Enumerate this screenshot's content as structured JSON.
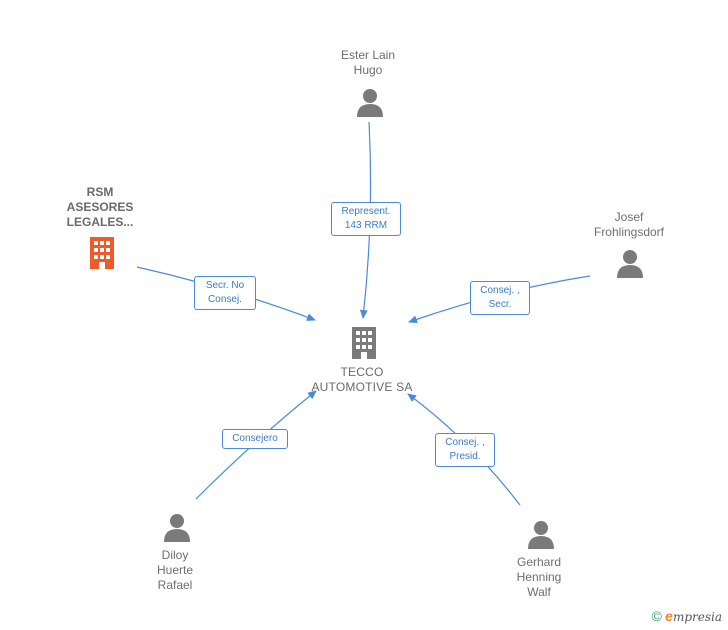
{
  "center": {
    "label": "TECCO\nAUTOMOTIVE SA"
  },
  "nodes": [
    {
      "id": "ester",
      "label": "Ester Lain\nHugo",
      "type": "person"
    },
    {
      "id": "rsm",
      "label": "RSM\nASESORES\nLEGALES...",
      "type": "company-highlight"
    },
    {
      "id": "josef",
      "label": "Josef\nFrohlingsdorf",
      "type": "person"
    },
    {
      "id": "diloy",
      "label": "Diloy\nHuerte\nRafael",
      "type": "person"
    },
    {
      "id": "gerhard",
      "label": "Gerhard\nHenning\nWalf",
      "type": "person"
    }
  ],
  "edges": [
    {
      "from": "ester",
      "label": "Represent.\n143 RRM"
    },
    {
      "from": "rsm",
      "label": "Secr.  No\nConsej."
    },
    {
      "from": "josef",
      "label": "Consej. ,\nSecr."
    },
    {
      "from": "diloy",
      "label": "Consejero"
    },
    {
      "from": "gerhard",
      "label": "Consej. ,\nPresid."
    }
  ],
  "colors": {
    "edge": "#4a8ad8",
    "person": "#7a7a7a",
    "company": "#7a7a7a",
    "highlight": "#f05a28"
  },
  "footer": {
    "copyright": "©",
    "brand_e": "e",
    "brand_rest": "mpresia"
  }
}
